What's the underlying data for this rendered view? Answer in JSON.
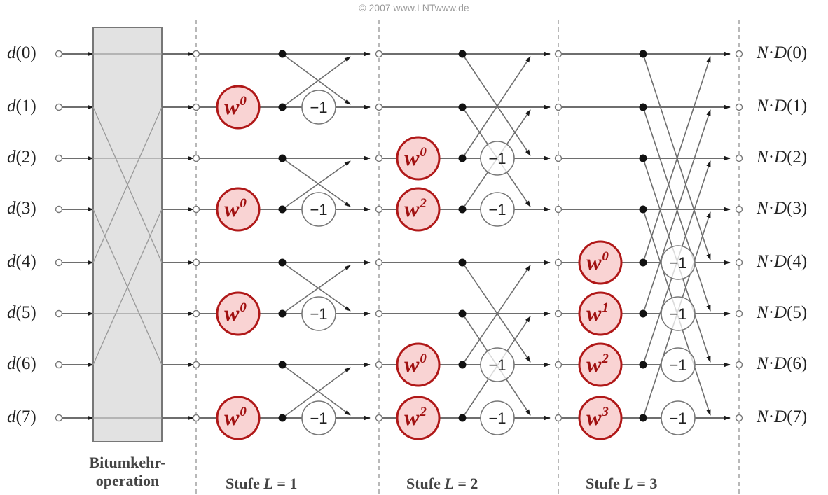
{
  "copyright": "© 2007 www.LNTwww.de",
  "inputs": [
    {
      "fn": "d",
      "idx": "(0)"
    },
    {
      "fn": "d",
      "idx": "(1)"
    },
    {
      "fn": "d",
      "idx": "(2)"
    },
    {
      "fn": "d",
      "idx": "(3)"
    },
    {
      "fn": "d",
      "idx": "(4)"
    },
    {
      "fn": "d",
      "idx": "(5)"
    },
    {
      "fn": "d",
      "idx": "(6)"
    },
    {
      "fn": "d",
      "idx": "(7)"
    }
  ],
  "outputs": [
    {
      "prefix": "N",
      "dot": "·",
      "fn": "D",
      "idx": "(0)"
    },
    {
      "prefix": "N",
      "dot": "·",
      "fn": "D",
      "idx": "(1)"
    },
    {
      "prefix": "N",
      "dot": "·",
      "fn": "D",
      "idx": "(2)"
    },
    {
      "prefix": "N",
      "dot": "·",
      "fn": "D",
      "idx": "(3)"
    },
    {
      "prefix": "N",
      "dot": "·",
      "fn": "D",
      "idx": "(4)"
    },
    {
      "prefix": "N",
      "dot": "·",
      "fn": "D",
      "idx": "(5)"
    },
    {
      "prefix": "N",
      "dot": "·",
      "fn": "D",
      "idx": "(6)"
    },
    {
      "prefix": "N",
      "dot": "·",
      "fn": "D",
      "idx": "(7)"
    }
  ],
  "bitreverse": {
    "label_line1": "Bitumkehr-",
    "label_line2": "operation",
    "permutation": [
      0,
      4,
      2,
      6,
      1,
      5,
      3,
      7
    ]
  },
  "stages": [
    {
      "label_prefix": "Stufe ",
      "var": "L",
      "eq": " = ",
      "num": "1",
      "span": 1,
      "twiddles": [
        {
          "row": 1,
          "power": "0"
        },
        {
          "row": 3,
          "power": "0"
        },
        {
          "row": 5,
          "power": "0"
        },
        {
          "row": 7,
          "power": "0"
        }
      ]
    },
    {
      "label_prefix": "Stufe ",
      "var": "L",
      "eq": " = ",
      "num": "2",
      "span": 2,
      "twiddles": [
        {
          "row": 2,
          "power": "0"
        },
        {
          "row": 3,
          "power": "2"
        },
        {
          "row": 6,
          "power": "0"
        },
        {
          "row": 7,
          "power": "2"
        }
      ]
    },
    {
      "label_prefix": "Stufe ",
      "var": "L",
      "eq": " = ",
      "num": "3",
      "span": 4,
      "twiddles": [
        {
          "row": 4,
          "power": "0"
        },
        {
          "row": 5,
          "power": "1"
        },
        {
          "row": 6,
          "power": "2"
        },
        {
          "row": 7,
          "power": "3"
        }
      ]
    }
  ],
  "twiddle_base": "w",
  "minus_one": "−1",
  "colors": {
    "line": "#6e6e6e",
    "twiddle_fill": "#f9d3d3",
    "twiddle_stroke": "#b01818",
    "twiddle_text": "#a01010",
    "box_fill": "#e2e2e2",
    "box_stroke": "#777777"
  }
}
